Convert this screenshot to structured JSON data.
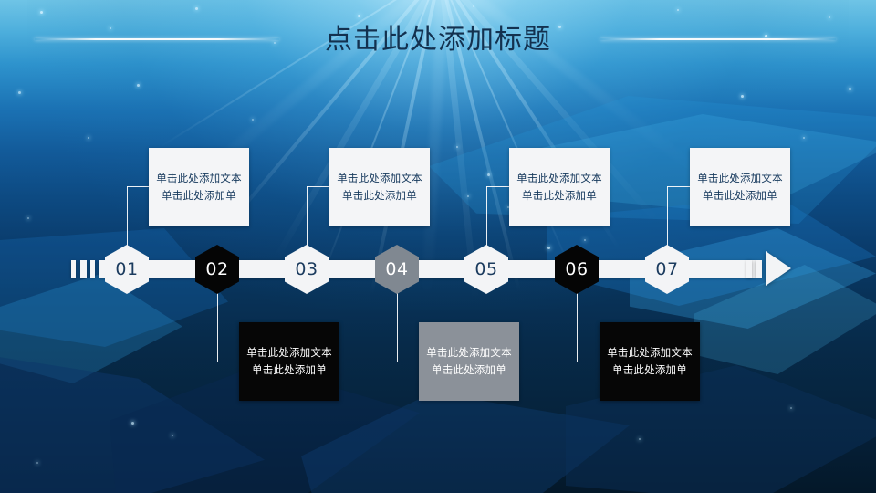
{
  "slide": {
    "title": "点击此处添加标题",
    "background_color": "#0a3c6c",
    "accent_light": "#f3f4f6",
    "accent_dark": "#050505",
    "accent_gray": "#808891",
    "title_color": "#13314f"
  },
  "timeline": {
    "steps": [
      {
        "number": "01",
        "style": "white",
        "position": "top",
        "text": "单击此处添加文本单击此处添加单"
      },
      {
        "number": "02",
        "style": "black",
        "position": "bottom",
        "text": "单击此处添加文本单击此处添加单"
      },
      {
        "number": "03",
        "style": "white",
        "position": "top",
        "text": "单击此处添加文本单击此处添加单"
      },
      {
        "number": "04",
        "style": "gray",
        "position": "bottom",
        "text": "单击此处添加文本单击此处添加单"
      },
      {
        "number": "05",
        "style": "white",
        "position": "top",
        "text": "单击此处添加文本单击此处添加单"
      },
      {
        "number": "06",
        "style": "black",
        "position": "bottom",
        "text": "单击此处添加文本单击此处添加单"
      },
      {
        "number": "07",
        "style": "white",
        "position": "top",
        "text": "单击此处添加文本单击此处添加单"
      }
    ]
  }
}
